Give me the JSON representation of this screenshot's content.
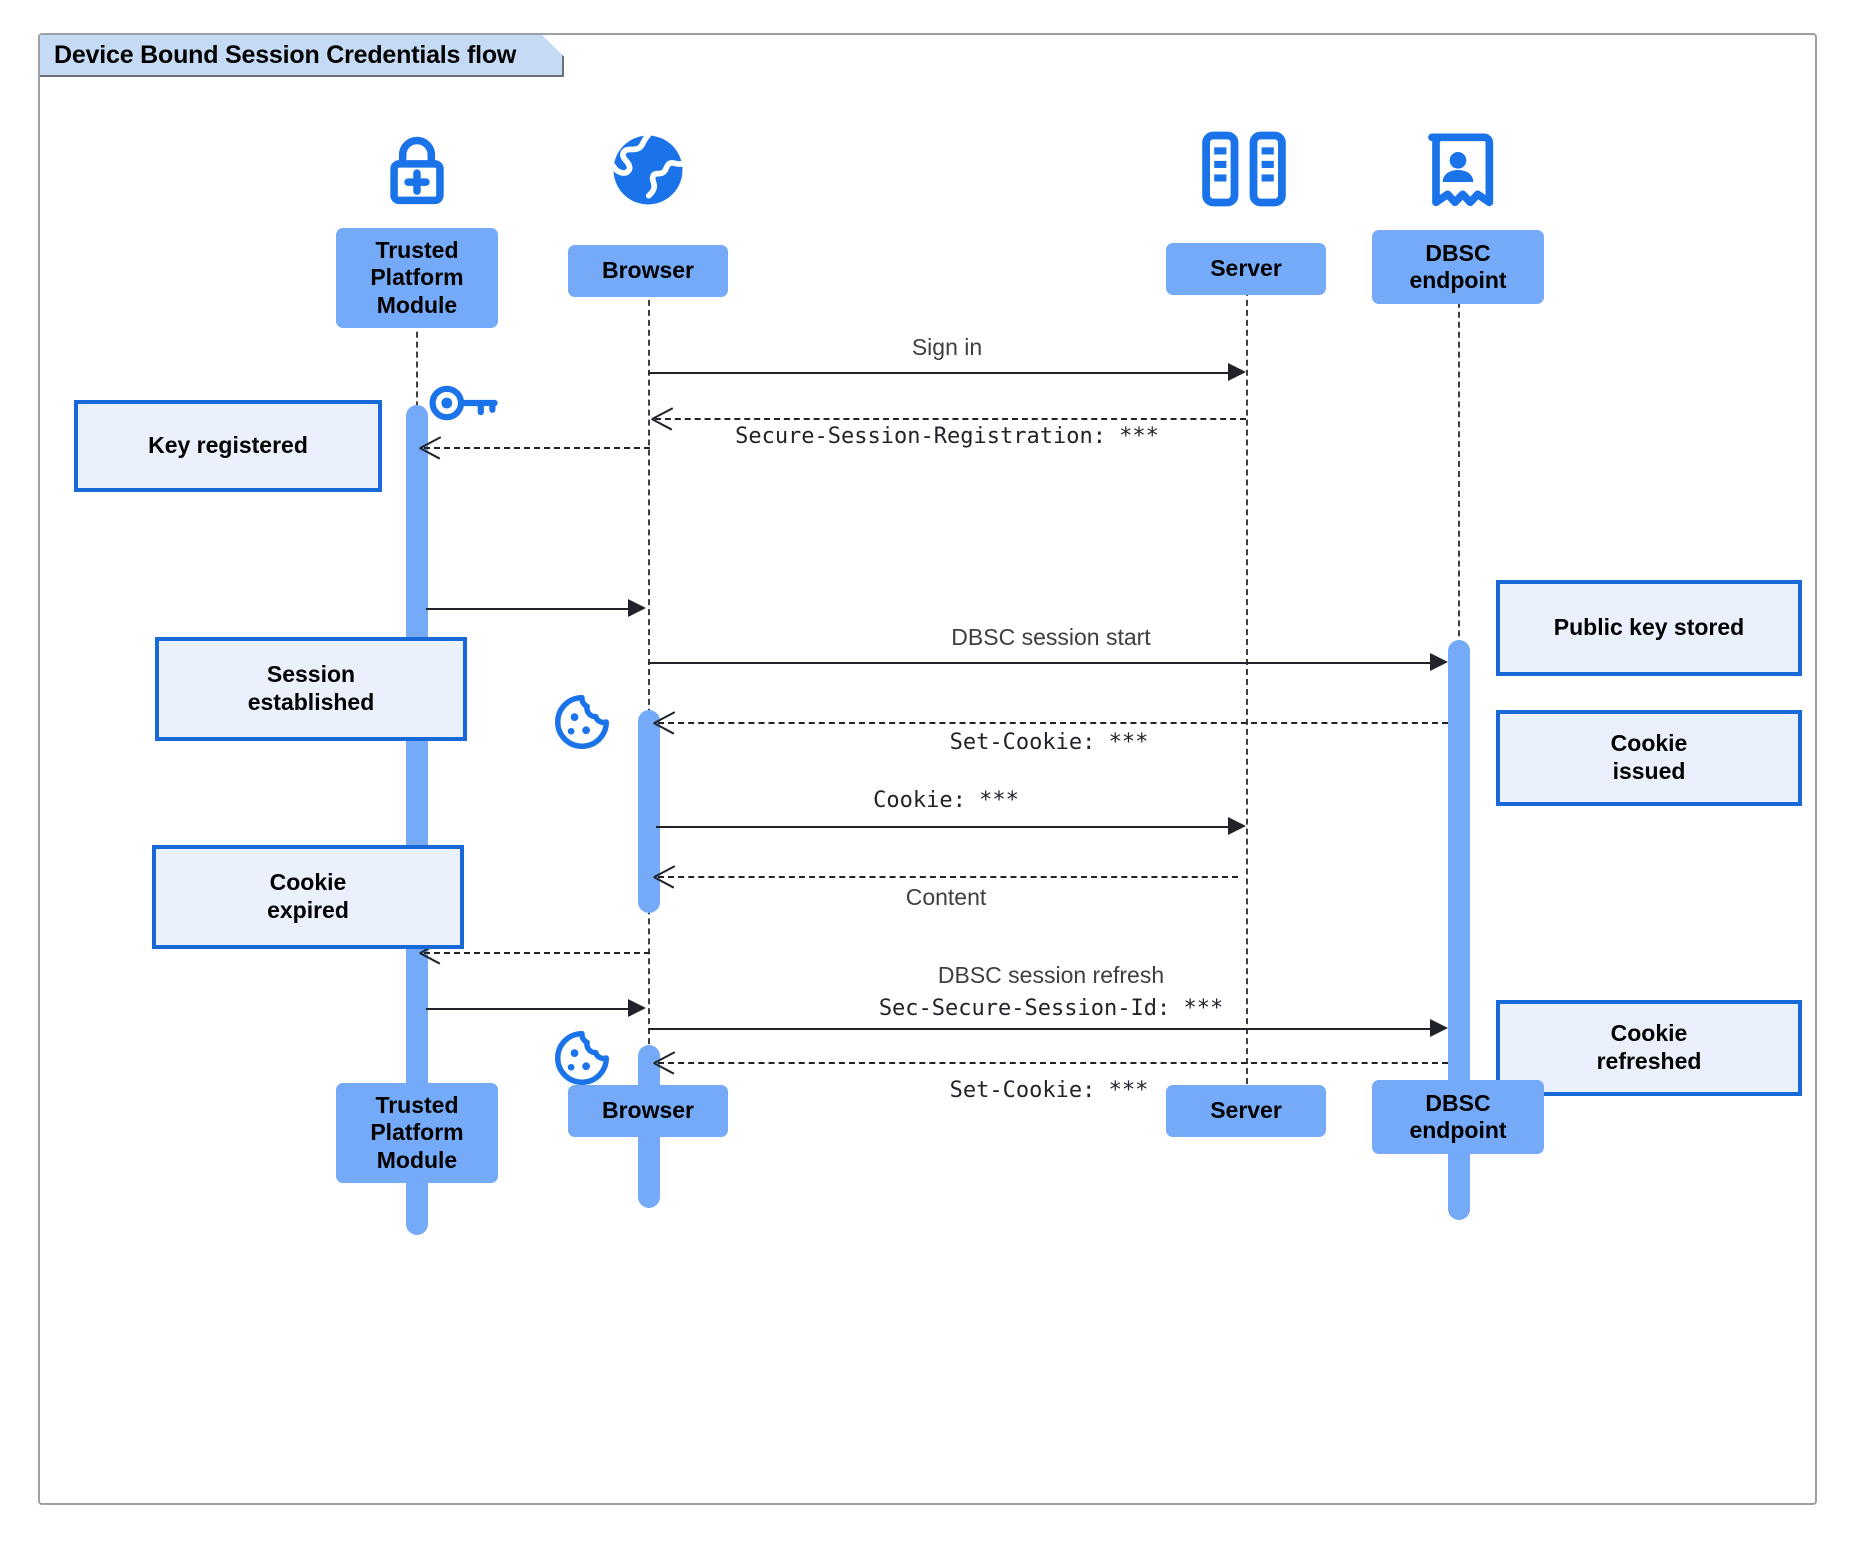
{
  "frame": {
    "title": "Device Bound Session Credentials flow"
  },
  "colors": {
    "participant_fill": "#74aaf8",
    "note_fill": "#eaf1fd",
    "note_border": "#1669d6",
    "icon_blue": "#1a73e8",
    "frame_border": "#9aa0a6",
    "title_fill": "#c5dbf5",
    "line": "#20242a"
  },
  "participants": [
    {
      "id": "tpm",
      "label": "Trusted\nPlatform\nModule",
      "icon": "lock-plus-icon"
    },
    {
      "id": "browser",
      "label": "Browser",
      "icon": "globe-icon"
    },
    {
      "id": "server",
      "label": "Server",
      "icon": "server-rack-icon"
    },
    {
      "id": "dbsc",
      "label": "DBSC\nendpoint",
      "icon": "id-badge-icon"
    }
  ],
  "footers": [
    {
      "id": "tpm",
      "label": "Trusted\nPlatform\nModule"
    },
    {
      "id": "browser",
      "label": "Browser"
    },
    {
      "id": "server",
      "label": "Server"
    },
    {
      "id": "dbsc",
      "label": "DBSC\nendpoint"
    }
  ],
  "messages": [
    {
      "id": "m1",
      "label": "Sign in",
      "style": "sans",
      "kind": "solid",
      "dir": "right",
      "from": "browser",
      "to": "server"
    },
    {
      "id": "m2",
      "label": "Secure-Session-Registration: ***",
      "style": "mono",
      "kind": "dashed",
      "dir": "left",
      "from": "server",
      "to": "browser"
    },
    {
      "id": "m3",
      "label": "",
      "style": "mono",
      "kind": "dashed",
      "dir": "left",
      "from": "browser",
      "to": "tpm"
    },
    {
      "id": "m4",
      "label": "",
      "style": "sans",
      "kind": "solid",
      "dir": "right",
      "from": "tpm",
      "to": "browser"
    },
    {
      "id": "m5",
      "label": "DBSC session start",
      "style": "sans",
      "kind": "solid",
      "dir": "right",
      "from": "browser",
      "to": "dbsc"
    },
    {
      "id": "m6",
      "label": "Set-Cookie: ***",
      "style": "mono",
      "kind": "dashed",
      "dir": "left",
      "from": "dbsc",
      "to": "browser"
    },
    {
      "id": "m7",
      "label": "Cookie: ***",
      "style": "mono",
      "kind": "solid",
      "dir": "right",
      "from": "browser",
      "to": "server"
    },
    {
      "id": "m8",
      "label": "Content",
      "style": "sans",
      "kind": "dashed",
      "dir": "left",
      "from": "server",
      "to": "browser"
    },
    {
      "id": "m9",
      "label": "",
      "style": "sans",
      "kind": "dashed",
      "dir": "left",
      "from": "browser",
      "to": "tpm"
    },
    {
      "id": "m10",
      "label": "DBSC session refresh",
      "style": "sans",
      "kind": "solid",
      "dir": "right",
      "from": "tpm",
      "to": "browser"
    },
    {
      "id": "m11",
      "label": "Sec-Secure-Session-Id: ***",
      "style": "mono",
      "kind": "solid",
      "dir": "right",
      "from": "browser",
      "to": "dbsc"
    },
    {
      "id": "m12",
      "label": "Set-Cookie: ***",
      "style": "mono",
      "kind": "dashed",
      "dir": "left",
      "from": "dbsc",
      "to": "browser"
    }
  ],
  "notes": [
    {
      "id": "n1",
      "label": "Key registered",
      "side": "left"
    },
    {
      "id": "n2",
      "label": "Session\nestablished",
      "side": "left"
    },
    {
      "id": "n3",
      "label": "Cookie\nexpired",
      "side": "left"
    },
    {
      "id": "n4",
      "label": "Public key stored",
      "side": "right"
    },
    {
      "id": "n5",
      "label": "Cookie\nissued",
      "side": "right"
    },
    {
      "id": "n6",
      "label": "Cookie\nrefreshed",
      "side": "right"
    }
  ],
  "floating_icons": [
    {
      "id": "key",
      "name": "key-icon"
    },
    {
      "id": "cookie1",
      "name": "cookie-icon"
    },
    {
      "id": "cookie2",
      "name": "cookie-icon"
    }
  ]
}
